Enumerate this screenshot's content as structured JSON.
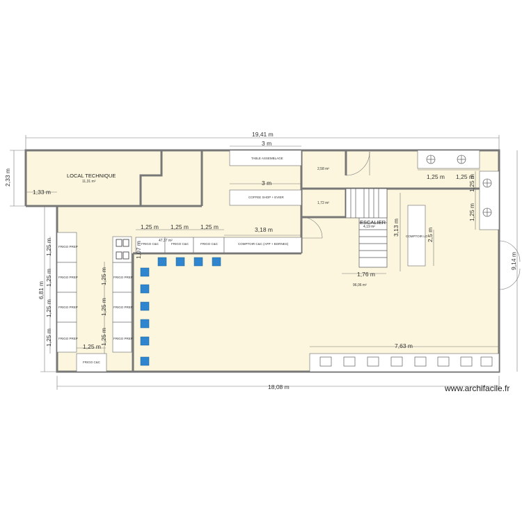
{
  "plan": {
    "rooms": {
      "local_technique": "LOCAL TECHNIQUE",
      "escalier": "ESCALIER"
    },
    "areas": {
      "local_technique": "11,31 m²",
      "small_top": "2,58 m²",
      "small_mid": "1,72 m²",
      "escalier": "4,19 m²",
      "main": "96,06 m²",
      "left_zone": "47,37 m²"
    },
    "fixtures": {
      "table_assemblage": "TABLE ASSEMBLAGE",
      "coffee_shop": "COFFEE SHOP + EVIER",
      "comptoir_cec": "COMPTOIR C&C (APP + BORNES)",
      "comptoir_lo": "COMPTOIR LO",
      "frigo_cec": "FRIGO C&C",
      "frigo_prep": "FRIGO PREP"
    },
    "dimensions": {
      "total_width": "19,41 m",
      "bottom_width": "18,08 m",
      "left_height_top": "2,33 m",
      "left_height_main": "6,81 m",
      "right_height": "9,14 m",
      "table_3m_a": "3 m",
      "table_3m_b": "3 m",
      "local_tech_offset": "1,33 m",
      "frigo_125": "1,25 m",
      "comptoir_318": "3,18 m",
      "frigo_107": "1,07 m",
      "stair_313": "3,13 m",
      "stair_176": "1,76 m",
      "comptoir_lo_25": "2,5 m",
      "bottom_763": "7,63 m"
    }
  },
  "watermark": "www.archifacile.fr"
}
